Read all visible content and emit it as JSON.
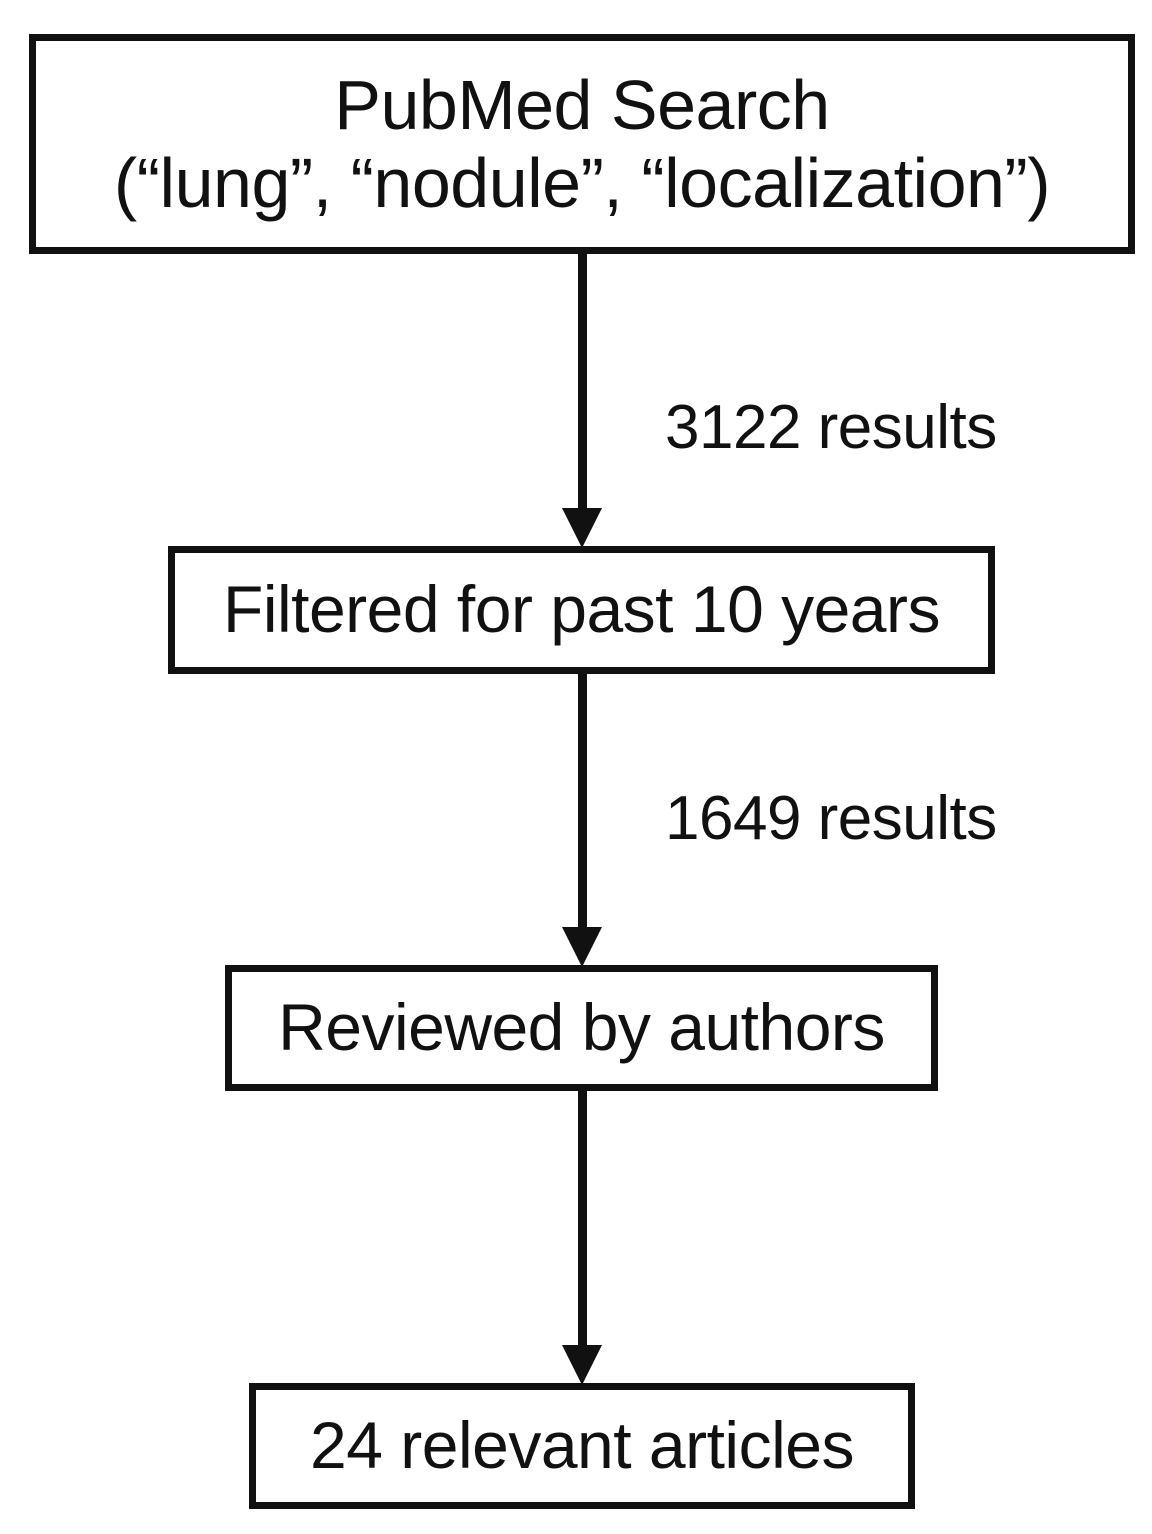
{
  "figure": {
    "type": "flowchart",
    "orientation": "top-to-bottom",
    "background_color": "#ffffff",
    "stroke_color": "#111111"
  },
  "nodes": [
    {
      "id": "search",
      "label": "PubMed Search\n(“lung”, “nodule”, “localization”)",
      "line1": "PubMed Search",
      "line2": "(“lung”, “nodule”, “localization”)"
    },
    {
      "id": "filtered",
      "label": "Filtered for past 10 years"
    },
    {
      "id": "reviewed",
      "label": "Reviewed by authors"
    },
    {
      "id": "articles",
      "label": "24 relevant articles"
    }
  ],
  "edges": [
    {
      "id": "edge-1",
      "from": "search",
      "to": "filtered",
      "label": "3122 results",
      "count": 3122
    },
    {
      "id": "edge-2",
      "from": "filtered",
      "to": "reviewed",
      "label": "1649 results",
      "count": 1649
    },
    {
      "id": "edge-3",
      "from": "reviewed",
      "to": "articles",
      "label": ""
    }
  ]
}
